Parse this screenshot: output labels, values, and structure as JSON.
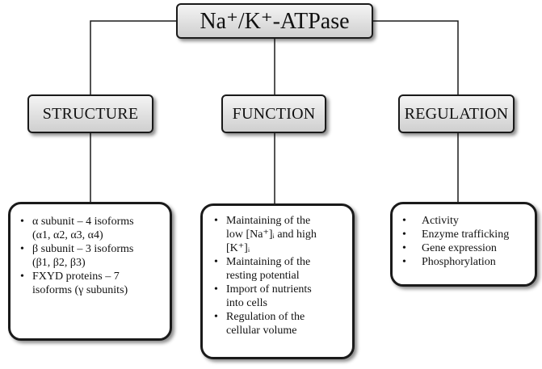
{
  "title": "Na⁺/K⁺-ATPase",
  "categories": {
    "structure": "STRUCTURE",
    "function": "FUNCTION",
    "regulation": "REGULATION"
  },
  "structure_items": {
    "alpha_prefix": "α subunit – 4 isoforms",
    "alpha_isoforms": "(α1, α2, α3, α4)",
    "beta_prefix": "β subunit – 3 isoforms",
    "beta_isoforms": "(β1, β2, β3)",
    "fxyd_line1": "FXYD proteins – 7",
    "fxyd_line2": "isoforms (γ subunits)"
  },
  "function_items": {
    "item1_line1": "Maintaining of the",
    "item1_line2": "low [Na⁺]ᵢ and high",
    "item1_line3": "[K⁺]ᵢ",
    "item2_line1": "Maintaining of the",
    "item2_line2": "resting potential",
    "item3_line1": "Import of nutrients",
    "item3_line2": "into cells",
    "item4_line1": "Regulation of the",
    "item4_line2": "cellular volume"
  },
  "regulation_items": [
    "Activity",
    "Enzyme trafficking",
    "Gene expression",
    "Phosphorylation"
  ]
}
